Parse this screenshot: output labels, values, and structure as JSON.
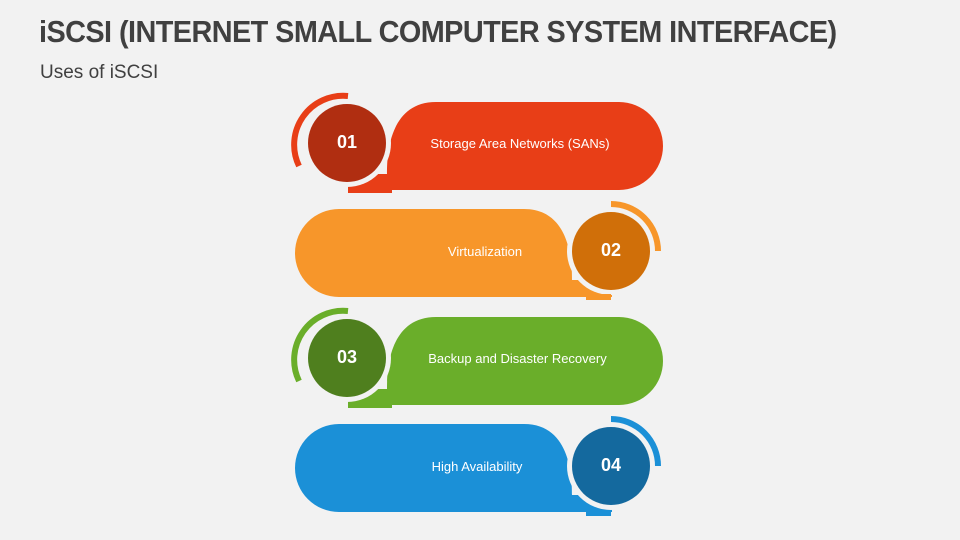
{
  "header": {
    "title": "iSCSI (INTERNET SMALL COMPUTER SYSTEM INTERFACE)",
    "subtitle": "Uses of iSCSI"
  },
  "items": [
    {
      "number": "01",
      "label": "Storage Area Networks (SANs)",
      "pill_color": "#e83e17",
      "circle_color": "#b02e11",
      "side": "left"
    },
    {
      "number": "02",
      "label": "Virtualization",
      "pill_color": "#f7962a",
      "circle_color": "#d06f09",
      "side": "right"
    },
    {
      "number": "03",
      "label": "Backup and Disaster Recovery",
      "pill_color": "#6aae2a",
      "circle_color": "#4f7f1e",
      "side": "left"
    },
    {
      "number": "04",
      "label": "High Availability",
      "pill_color": "#1b90d7",
      "circle_color": "#14699e",
      "side": "right"
    }
  ]
}
